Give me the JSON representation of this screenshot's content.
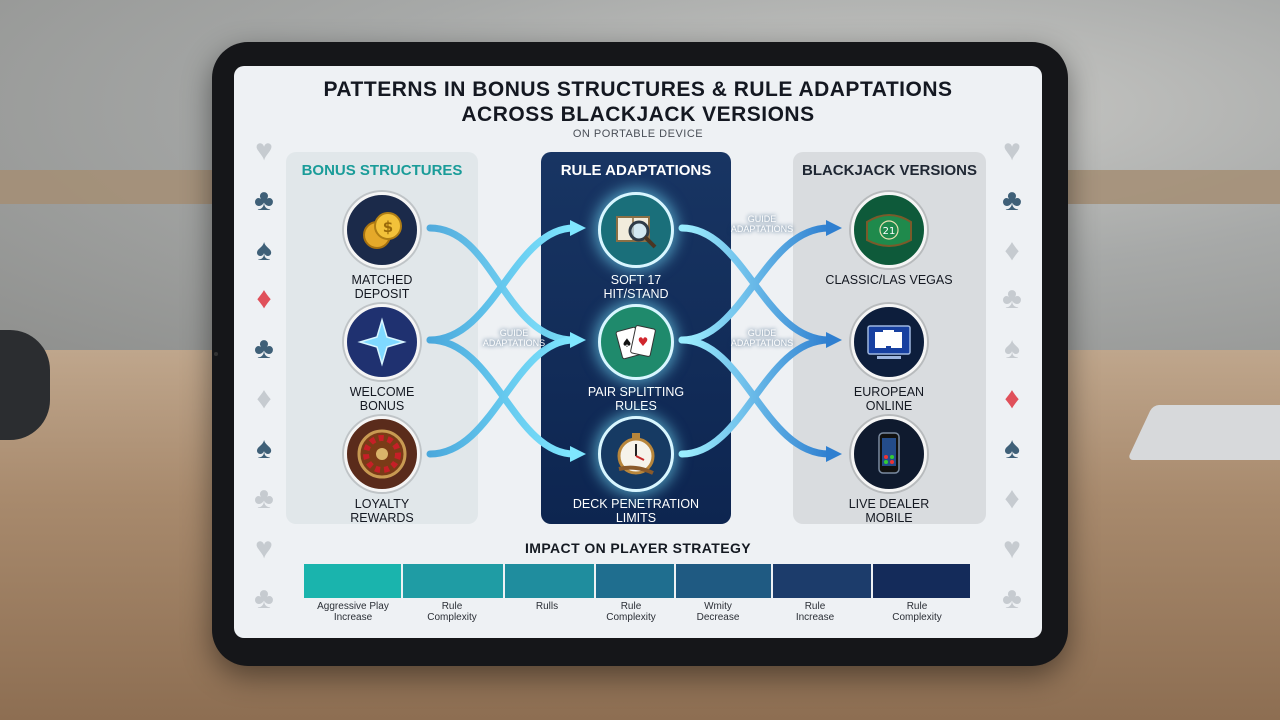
{
  "title_line1": "PATTERNS IN BONUS STRUCTURES & RULE ADAPTATIONS",
  "title_line2": "ACROSS BLACKJACK VERSIONS",
  "subtitle": "ON PORTABLE DEVICE",
  "panels": {
    "left": {
      "title": "BONUS STRUCTURES",
      "items": [
        {
          "line1": "MATCHED",
          "line2": "DEPOSIT",
          "icon": "gold-coins-icon"
        },
        {
          "line1": "WELCOME",
          "line2": "BONUS",
          "icon": "star-badge-icon"
        },
        {
          "line1": "LOYALTY",
          "line2": "REWARDS",
          "icon": "roulette-wheel-icon"
        }
      ]
    },
    "mid": {
      "title": "RULE ADAPTATIONS",
      "items": [
        {
          "line1": "SOFT 17",
          "line2": "HIT/STAND",
          "icon": "rulebook-magnifier-icon"
        },
        {
          "line1": "PAIR SPLITTING",
          "line2": "RULES",
          "icon": "playing-cards-icon"
        },
        {
          "line1": "DECK PENETRATION",
          "line2": "LIMITS",
          "icon": "stopwatch-icon"
        }
      ]
    },
    "right": {
      "title": "BLACKJACK VERSIONS",
      "items": [
        {
          "line1": "CLASSIC/LAS VEGAS",
          "line2": "",
          "icon": "blackjack-table-21-icon"
        },
        {
          "line1": "EUROPEAN",
          "line2": "ONLINE",
          "icon": "online-cards-screen-icon"
        },
        {
          "line1": "LIVE DEALER",
          "line2": "MOBILE",
          "icon": "mobile-phone-icon"
        }
      ]
    }
  },
  "flow_labels": [
    {
      "line1": "GUIDE",
      "line2": "ADAPTATIONS"
    },
    {
      "line1": "GUIDE",
      "line2": "ADAPTATIONS"
    },
    {
      "line1": "GUIDE",
      "line2": "ADAPTATIONS"
    }
  ],
  "impact": {
    "title": "IMPACT ON PLAYER STRATEGY",
    "segments": [
      {
        "line1": "Aggressive Play",
        "line2": "Increase",
        "color": "#1ab4ad"
      },
      {
        "line1": "Rule",
        "line2": "Complexity",
        "color": "#1f9ca4"
      },
      {
        "line1": "Rulls",
        "line2": "",
        "color": "#1f8d9e"
      },
      {
        "line1": "Rule",
        "line2": "Complexity",
        "color": "#1f6e8f"
      },
      {
        "line1": "Wmity",
        "line2": "Decrease",
        "color": "#1f5a82"
      },
      {
        "line1": "Rule",
        "line2": "Increase",
        "color": "#1c3c6b"
      },
      {
        "line1": "Rule",
        "line2": "Complexity",
        "color": "#142b5a"
      }
    ]
  },
  "colors": {
    "teal": "#1aa3a0",
    "navy": "#0f2753",
    "suit_light": "#c4c9ce",
    "suit_dark": "#3a5a74",
    "suit_red": "#e0505a"
  }
}
